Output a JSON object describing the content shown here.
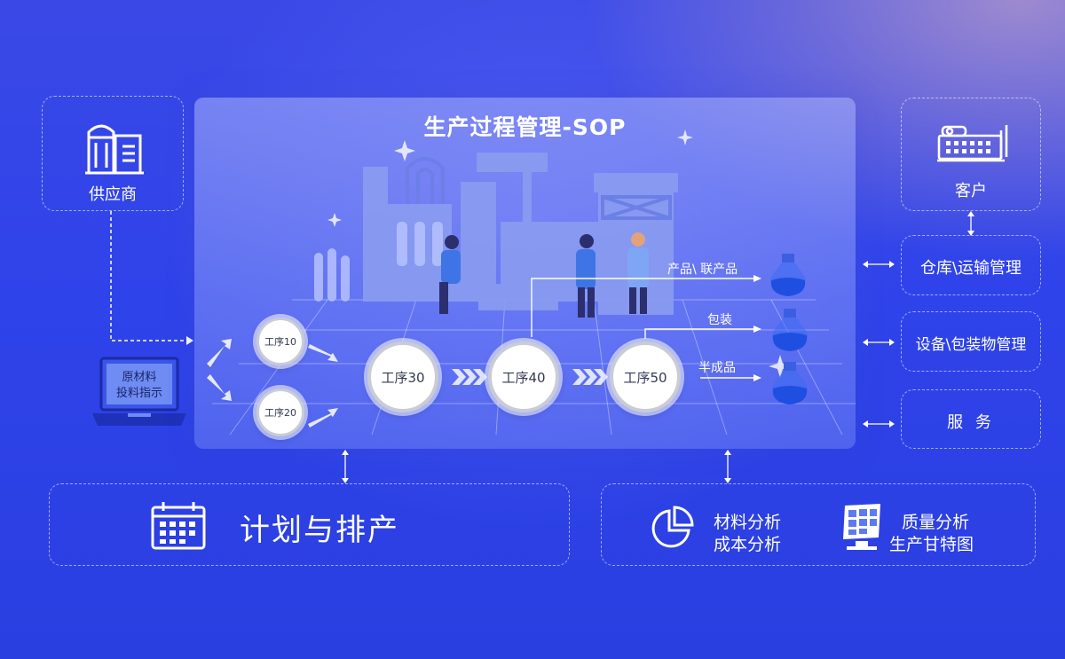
{
  "title": "生产过程管理-SOP",
  "supplier": {
    "label": "供应商"
  },
  "materials": {
    "line1": "原材料",
    "line2": "投料指示"
  },
  "processes": {
    "p10": "工序10",
    "p20": "工序20",
    "p30": "工序30",
    "p40": "工序40",
    "p50": "工序50"
  },
  "outputs": {
    "products": "产品\\ 联产品",
    "packaging": "包装",
    "semi": "半成品"
  },
  "right": {
    "customer": "客户",
    "warehouse": "仓库\\运输管理",
    "equipment": "设备\\包装物管理",
    "service": "服 务"
  },
  "bottom": {
    "plan": "计划与排产",
    "analysis1_line1": "材料分析",
    "analysis1_line2": "成本分析",
    "analysis2_line1": "质量分析",
    "analysis2_line2": "生产甘特图"
  },
  "colors": {
    "background": "#2f43ea",
    "panel": "#a3aef7",
    "flask": "#4a7cf0",
    "white": "#ffffff"
  }
}
